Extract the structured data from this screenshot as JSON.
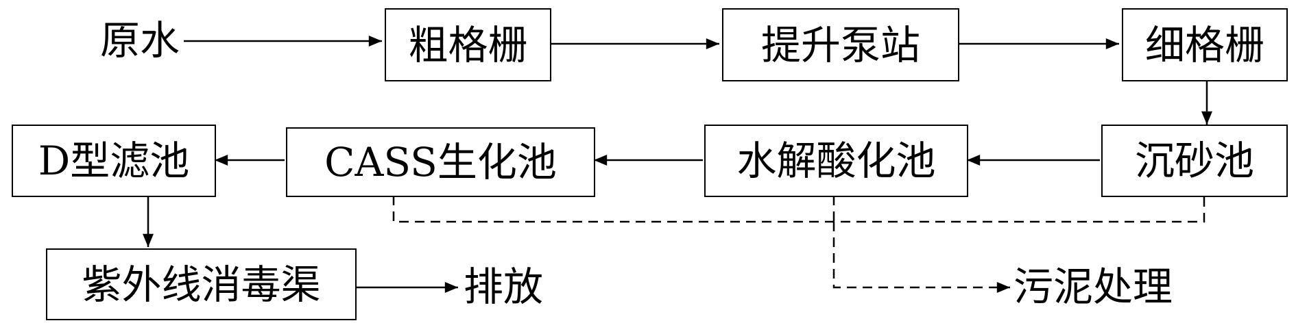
{
  "nodes": {
    "raw_water": "原水",
    "coarse_screen": "粗格栅",
    "lift_pump_station": "提升泵站",
    "fine_screen": "细格栅",
    "grit_chamber": "沉砂池",
    "hydrolysis_acidification_tank": "水解酸化池",
    "cass_tank": "CASS生化池",
    "d_filter": "D型滤池",
    "uv_channel": "紫外线消毒渠",
    "discharge": "排放",
    "sludge_treatment": "污泥处理"
  },
  "colors": {
    "line": "#000000",
    "background": "#ffffff"
  }
}
